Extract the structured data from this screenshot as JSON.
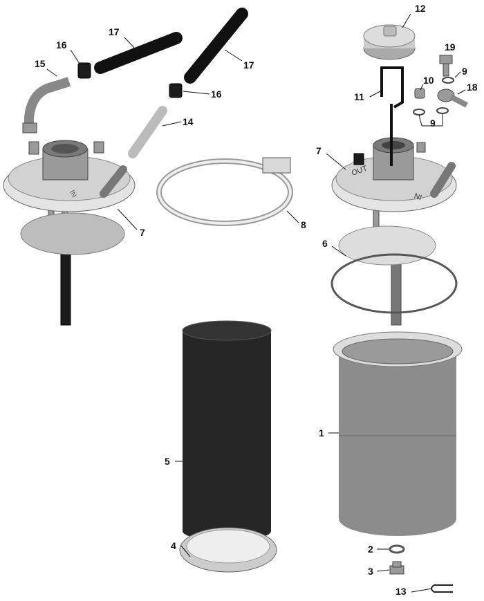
{
  "callouts": {
    "c12": "12",
    "c19": "19",
    "c10": "10",
    "c9a": "9",
    "c18": "18",
    "c11": "11",
    "c9b": "9",
    "c7r": "7",
    "c6": "6",
    "c1": "1",
    "c2": "2",
    "c3": "3",
    "c13": "13",
    "c4": "4",
    "c5": "5",
    "c8": "8",
    "c7l": "7",
    "c15": "15",
    "c16a": "16",
    "c17a": "17",
    "c17b": "17",
    "c16b": "16",
    "c14": "14"
  },
  "markings": {
    "in": "IN",
    "out": "OUT"
  }
}
